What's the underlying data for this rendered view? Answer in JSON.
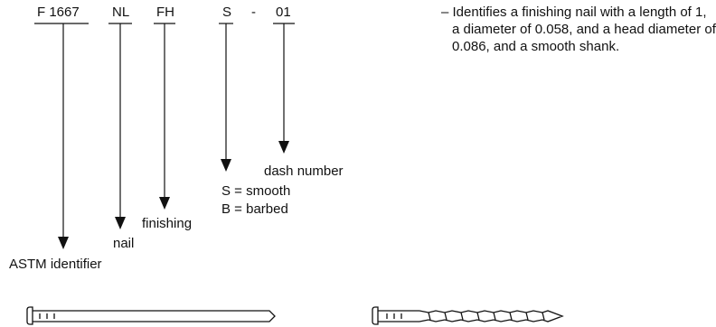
{
  "designation": {
    "spec": "F 1667",
    "type": "NL",
    "style": "FH",
    "shank": "S",
    "separator": "-",
    "dash": "01"
  },
  "labels": {
    "spec": "ASTM identifier",
    "type": "nail",
    "style": "finishing",
    "shank_s": "S = smooth",
    "shank_b": "B = barbed",
    "dash": "dash number"
  },
  "description": [
    "– Identifies a finishing nail with a length of 1,",
    "a diameter of 0.058, and a head diameter of",
    "0.086, and a smooth shank."
  ],
  "illustrations": [
    "smooth-shank-nail",
    "barbed-shank-nail"
  ]
}
